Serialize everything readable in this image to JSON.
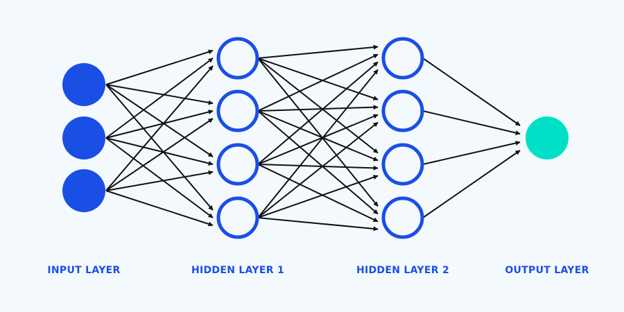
{
  "diagram": {
    "title": "Neural network architecture",
    "colors": {
      "input_fill": "#1a4fe6",
      "hidden_stroke": "#1a4fe6",
      "output_fill": "#00e0c6",
      "edge": "#111111",
      "label": "#1a4fe6",
      "background": "#f4f9fd"
    },
    "layers": [
      {
        "id": "input",
        "label": "INPUT LAYER",
        "nodes": 3,
        "style": "filled"
      },
      {
        "id": "hidden1",
        "label": "HIDDEN LAYER 1",
        "nodes": 4,
        "style": "ring"
      },
      {
        "id": "hidden2",
        "label": "HIDDEN LAYER 2",
        "nodes": 4,
        "style": "ring"
      },
      {
        "id": "output",
        "label": "OUTPUT LAYER",
        "nodes": 1,
        "style": "filled"
      }
    ],
    "connections": "fully-connected, directed left to right"
  }
}
